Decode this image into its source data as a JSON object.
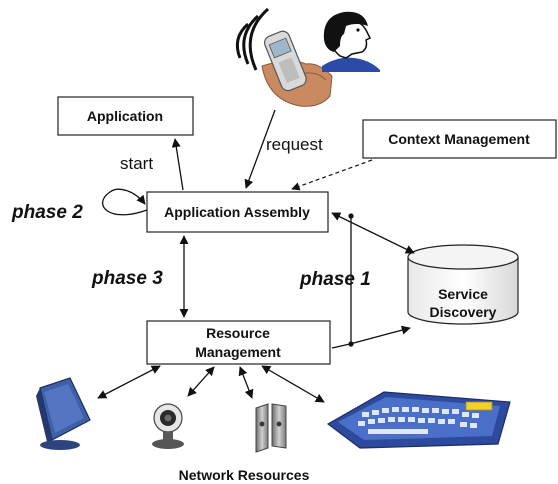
{
  "boxes": {
    "application": "Application",
    "context_management": "Context Management",
    "application_assembly": "Application Assembly",
    "resource_management_line1": "Resource",
    "resource_management_line2": "Management",
    "service_discovery_line1": "Service",
    "service_discovery_line2": "Discovery"
  },
  "edge_labels": {
    "start": "start",
    "request": "request"
  },
  "phases": {
    "phase1": "phase 1",
    "phase2": "phase 2",
    "phase3": "phase 3"
  },
  "footer": {
    "network_resources": "Network Resources"
  },
  "icons": [
    "mobile-phone-icon",
    "user-icon",
    "monitor-icon",
    "webcam-icon",
    "speakers-icon",
    "keyboard-icon"
  ],
  "colors": {
    "line": "#111111",
    "box_fill": "#ffffff",
    "keyboard_blue": "#3b5aa8",
    "monitor_blue": "#3f5fa6"
  }
}
